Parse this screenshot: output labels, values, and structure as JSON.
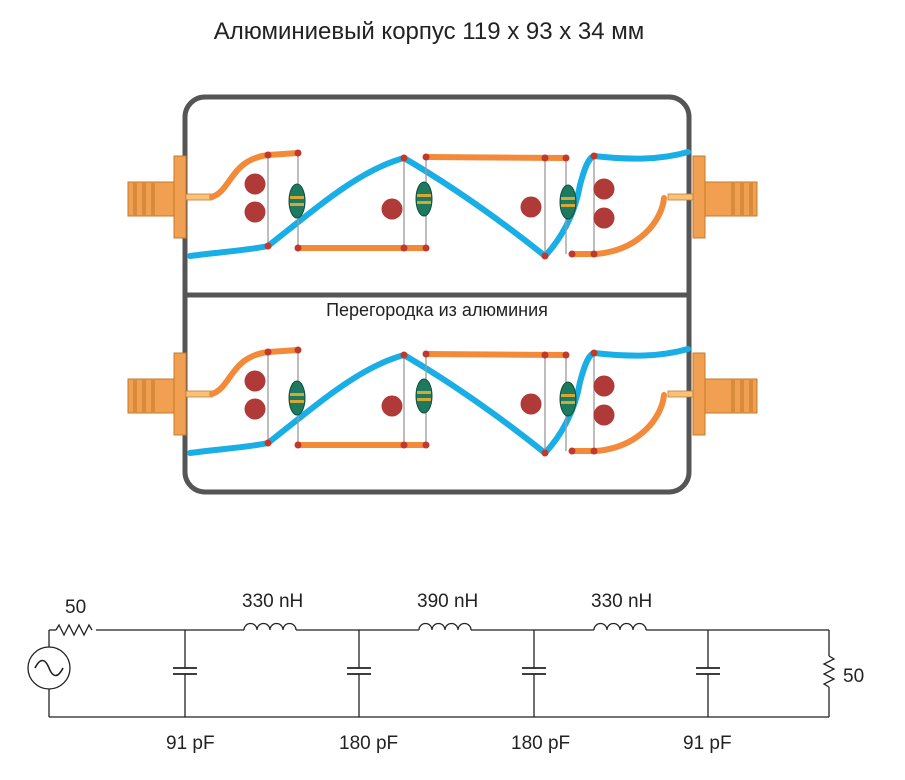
{
  "title": "Алюминиевый корпус 119 х 93 х 34 мм",
  "partition_label": "Перегородка из алюминия",
  "schematic": {
    "source_resistance": "50",
    "load_resistance": "50",
    "inductors": [
      "330 nH",
      "390 nH",
      "330 nH"
    ],
    "capacitors": [
      "91 pF",
      "180 pF",
      "180 pF",
      "91 pF"
    ]
  },
  "colors": {
    "enclosure": "#555555",
    "trace_orange": "#f28a3a",
    "trace_blue": "#1aaee6",
    "connector": "#f0a050",
    "capacitor": "#b03a38",
    "inductor": "#1e7a5e"
  }
}
